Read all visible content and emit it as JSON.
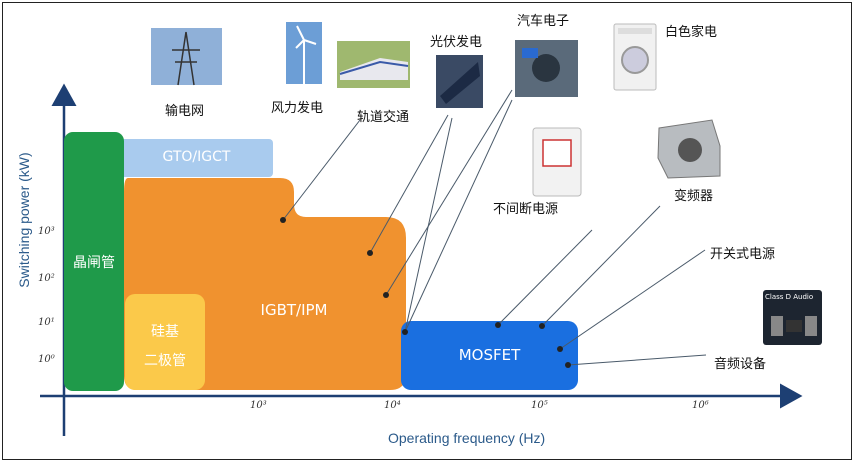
{
  "axes": {
    "x_title": "Operating frequency (Hz)",
    "y_title": "Switching power (kW)",
    "x_ticks": [
      "10³",
      "10⁴",
      "10⁵",
      "10⁶"
    ],
    "y_ticks": [
      "10³",
      "10²",
      "10¹",
      "10⁰"
    ]
  },
  "blocks": {
    "thyristor": "晶闸管",
    "gto": "GTO/IGCT",
    "igbt": "IGBT/IPM",
    "diode_line1": "硅基",
    "diode_line2": "二极管",
    "mosfet": "MOSFET"
  },
  "applications": {
    "grid": "输电网",
    "wind": "风力发电",
    "rail": "轨道交通",
    "pv": "光伏发电",
    "auto": "汽车电子",
    "appliance": "白色家电",
    "ups": "不间断电源",
    "inverter": "变频器",
    "smps": "开关式电源",
    "audio": "音频设备"
  },
  "audio_thumb_text": "Class D Audio",
  "colors": {
    "green": "#1f9a4a",
    "light_blue": "#a9cbee",
    "orange": "#f0922f",
    "yellow": "#fbc94a",
    "blue": "#1a6fe0",
    "axis": "#1d3f73"
  }
}
